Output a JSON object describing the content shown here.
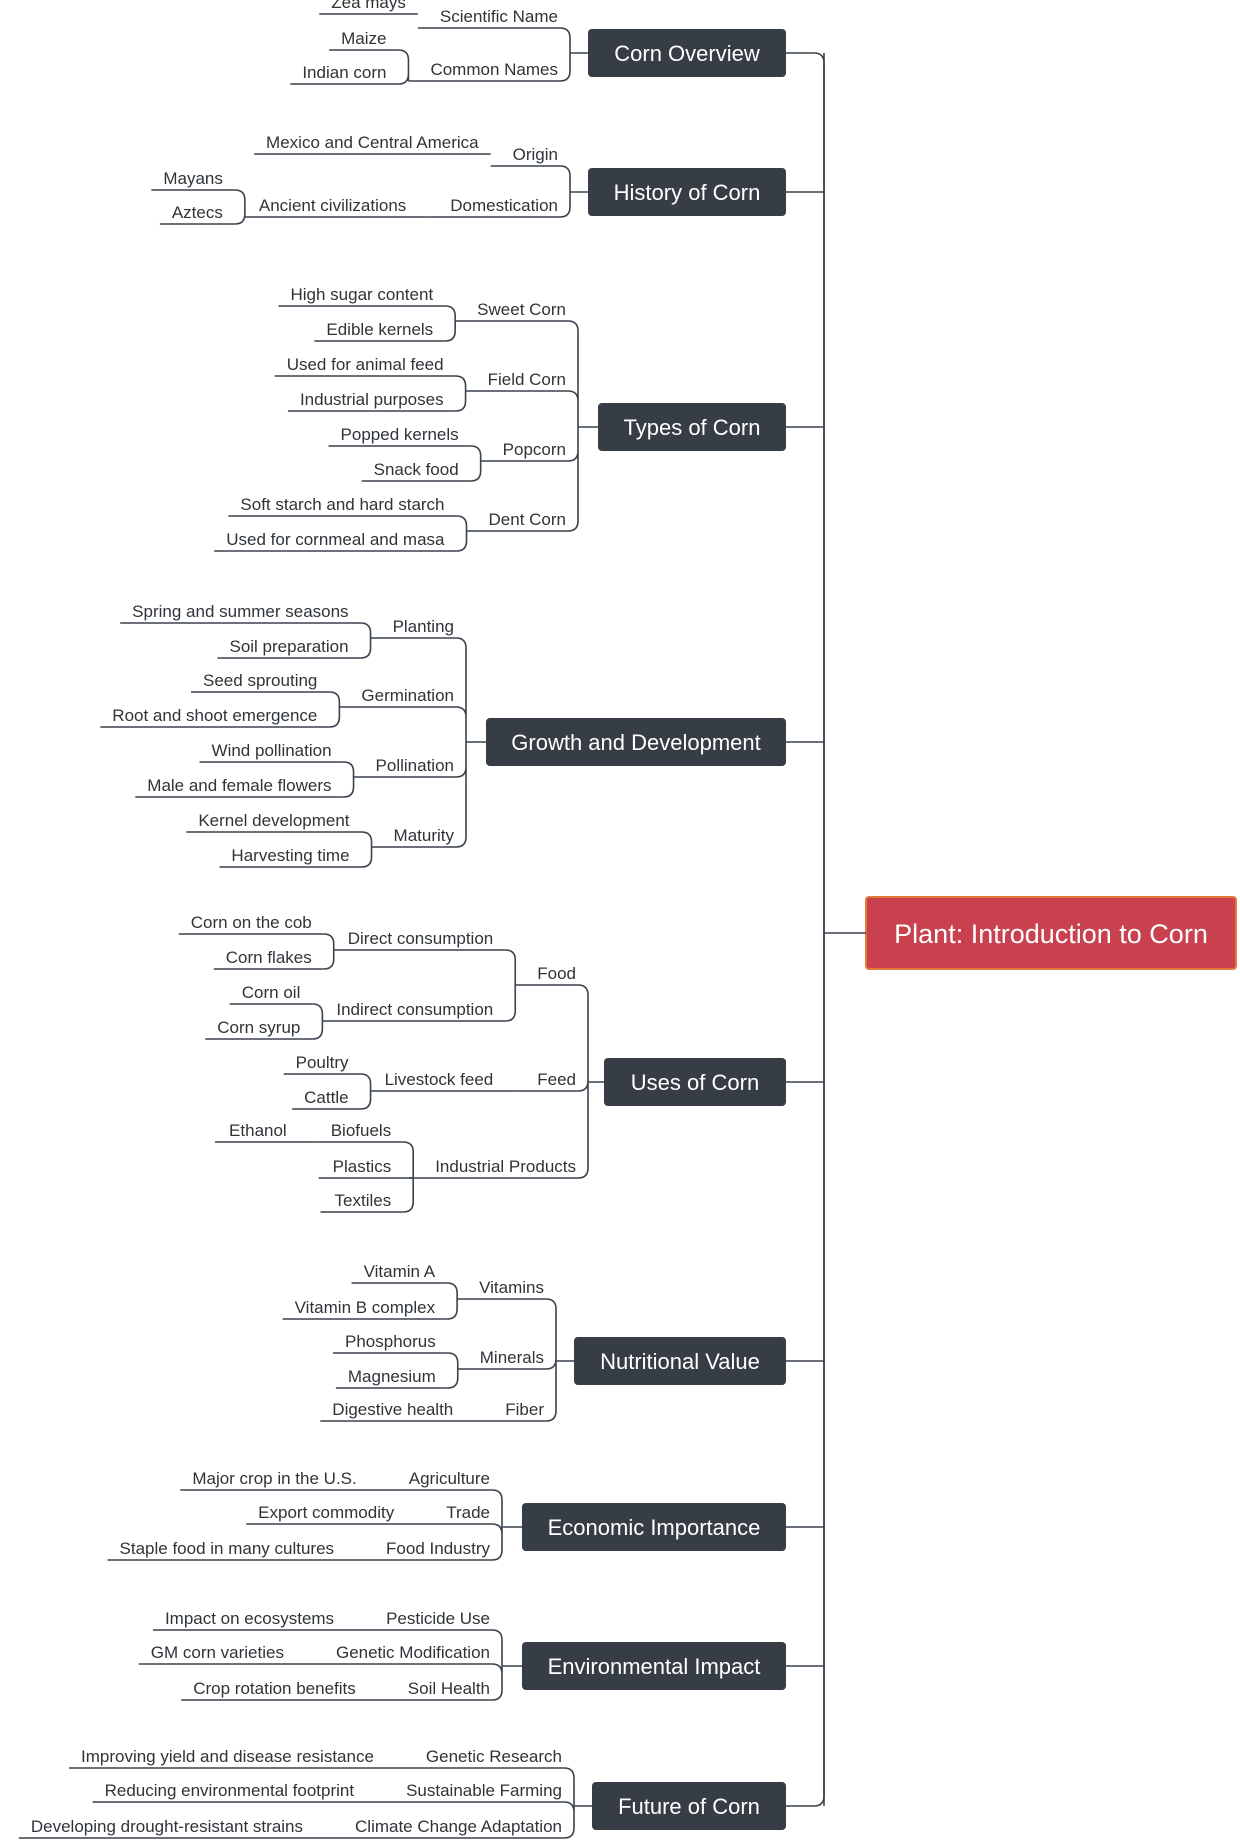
{
  "root": {
    "label": "Plant: Introduction to Corn",
    "color": "#c9404e",
    "border": "#e07b3a"
  },
  "branch_color": "#363d45",
  "branches": [
    {
      "label": "Corn Overview",
      "children": [
        {
          "label": "Scientific Name",
          "children": [
            {
              "label": "Zea mays"
            }
          ]
        },
        {
          "label": "Common Names",
          "children": [
            {
              "label": "Maize"
            },
            {
              "label": "Indian corn"
            }
          ]
        }
      ]
    },
    {
      "label": "History of Corn",
      "children": [
        {
          "label": "Origin",
          "children": [
            {
              "label": "Mexico and Central America"
            }
          ]
        },
        {
          "label": "Domestication",
          "children": [
            {
              "label": "Ancient civilizations",
              "children": [
                {
                  "label": "Mayans"
                },
                {
                  "label": "Aztecs"
                }
              ]
            }
          ]
        }
      ]
    },
    {
      "label": "Types of Corn",
      "children": [
        {
          "label": "Sweet Corn",
          "children": [
            {
              "label": "High sugar content"
            },
            {
              "label": "Edible kernels"
            }
          ]
        },
        {
          "label": "Field Corn",
          "children": [
            {
              "label": "Used for animal feed"
            },
            {
              "label": "Industrial purposes"
            }
          ]
        },
        {
          "label": "Popcorn",
          "children": [
            {
              "label": "Popped kernels"
            },
            {
              "label": "Snack food"
            }
          ]
        },
        {
          "label": "Dent Corn",
          "children": [
            {
              "label": "Soft starch and hard starch"
            },
            {
              "label": "Used for cornmeal and masa"
            }
          ]
        }
      ]
    },
    {
      "label": "Growth and Development",
      "children": [
        {
          "label": "Planting",
          "children": [
            {
              "label": "Spring and summer seasons"
            },
            {
              "label": "Soil preparation"
            }
          ]
        },
        {
          "label": "Germination",
          "children": [
            {
              "label": "Seed sprouting"
            },
            {
              "label": "Root and shoot emergence"
            }
          ]
        },
        {
          "label": "Pollination",
          "children": [
            {
              "label": "Wind pollination"
            },
            {
              "label": "Male and female flowers"
            }
          ]
        },
        {
          "label": "Maturity",
          "children": [
            {
              "label": "Kernel development"
            },
            {
              "label": "Harvesting time"
            }
          ]
        }
      ]
    },
    {
      "label": "Uses of Corn",
      "children": [
        {
          "label": "Food",
          "children": [
            {
              "label": "Direct consumption",
              "children": [
                {
                  "label": "Corn on the cob"
                },
                {
                  "label": "Corn flakes"
                }
              ]
            },
            {
              "label": "Indirect consumption",
              "children": [
                {
                  "label": "Corn oil"
                },
                {
                  "label": "Corn syrup"
                }
              ]
            }
          ]
        },
        {
          "label": "Feed",
          "children": [
            {
              "label": "Livestock feed",
              "children": [
                {
                  "label": "Poultry"
                },
                {
                  "label": "Cattle"
                }
              ]
            }
          ]
        },
        {
          "label": "Industrial Products",
          "children": [
            {
              "label": "Biofuels",
              "children": [
                {
                  "label": "Ethanol"
                }
              ]
            },
            {
              "label": "Plastics"
            },
            {
              "label": "Textiles"
            }
          ]
        }
      ]
    },
    {
      "label": "Nutritional Value",
      "children": [
        {
          "label": "Vitamins",
          "children": [
            {
              "label": "Vitamin A"
            },
            {
              "label": "Vitamin B complex"
            }
          ]
        },
        {
          "label": "Minerals",
          "children": [
            {
              "label": "Phosphorus"
            },
            {
              "label": "Magnesium"
            }
          ]
        },
        {
          "label": "Fiber",
          "children": [
            {
              "label": "Digestive health"
            }
          ]
        }
      ]
    },
    {
      "label": "Economic Importance",
      "children": [
        {
          "label": "Agriculture",
          "children": [
            {
              "label": "Major crop in the U.S."
            }
          ]
        },
        {
          "label": "Trade",
          "children": [
            {
              "label": "Export commodity"
            }
          ]
        },
        {
          "label": "Food Industry",
          "children": [
            {
              "label": "Staple food in many cultures"
            }
          ]
        }
      ]
    },
    {
      "label": "Environmental Impact",
      "children": [
        {
          "label": "Pesticide Use",
          "children": [
            {
              "label": "Impact on ecosystems"
            }
          ]
        },
        {
          "label": "Genetic Modification",
          "children": [
            {
              "label": "GM corn varieties"
            }
          ]
        },
        {
          "label": "Soil Health",
          "children": [
            {
              "label": "Crop rotation benefits"
            }
          ]
        }
      ]
    },
    {
      "label": "Future of Corn",
      "children": [
        {
          "label": "Genetic Research",
          "children": [
            {
              "label": "Improving yield and disease resistance"
            }
          ]
        },
        {
          "label": "Sustainable Farming",
          "children": [
            {
              "label": "Reducing environmental footprint"
            }
          ]
        },
        {
          "label": "Climate Change Adaptation",
          "children": [
            {
              "label": "Developing drought-resistant strains"
            }
          ]
        }
      ]
    }
  ]
}
